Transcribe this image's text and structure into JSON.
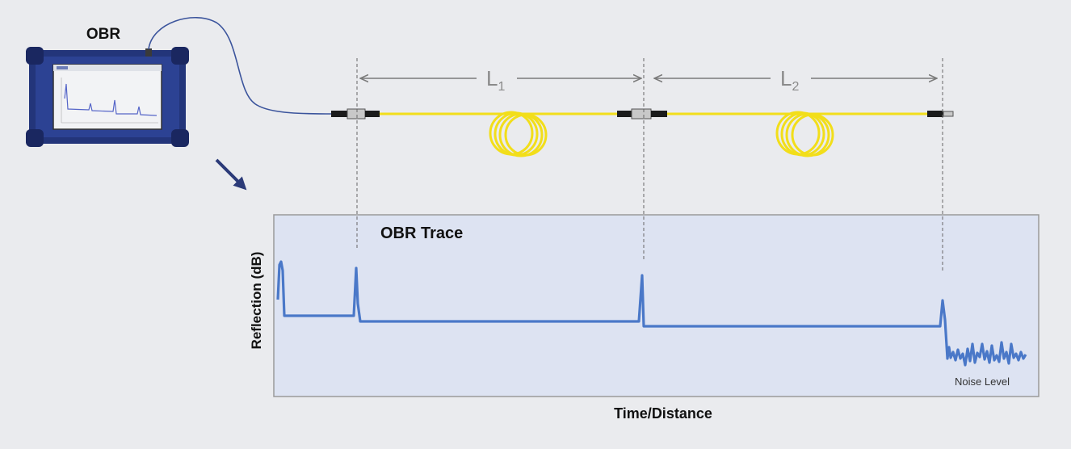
{
  "device": {
    "label": "OBR"
  },
  "segments": {
    "l1": {
      "base": "L",
      "sub": "1"
    },
    "l2": {
      "base": "L",
      "sub": "2"
    }
  },
  "trace": {
    "title": "OBR Trace",
    "ylabel": "Reflection (dB)",
    "xlabel": "Time/Distance",
    "noise_label": "Noise Level"
  },
  "colors": {
    "background": "#eaebee",
    "trace_panel": "#dde3f2",
    "trace_line": "#4a78c8",
    "fiber": "#f2de1a",
    "device_body": "#23357a",
    "arrow": "#2b3a78",
    "dim_text": "#8a8a8a"
  }
}
